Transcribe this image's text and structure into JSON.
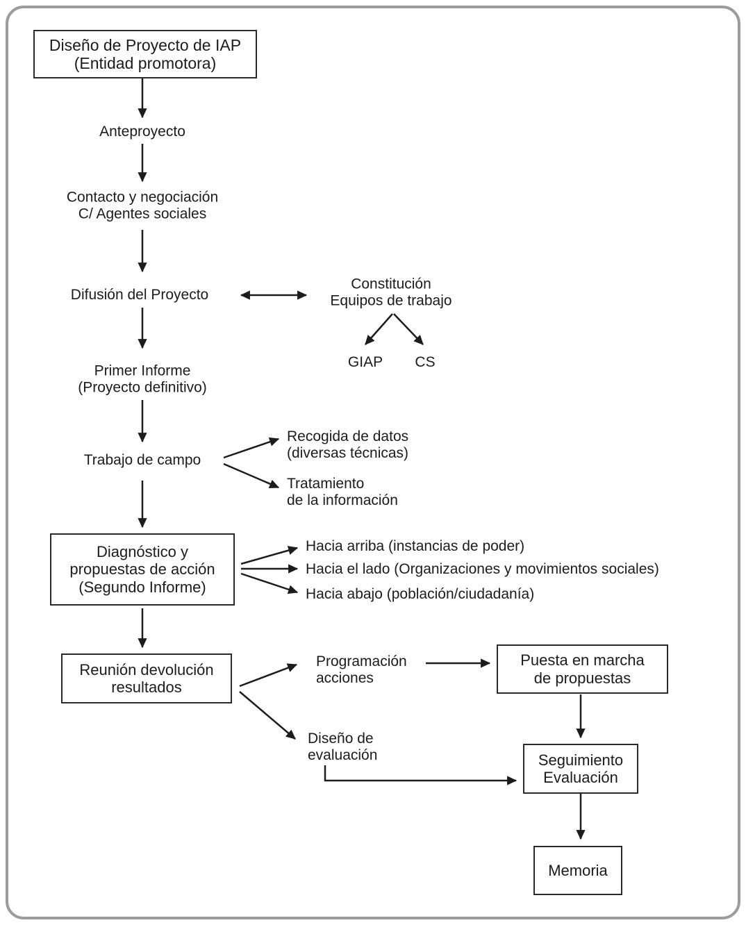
{
  "diagram": {
    "frame_color": "#9c9c9c",
    "line_color": "#1c1c1c",
    "box_border_color": "#2b2b2b",
    "background_color": "#ffffff",
    "nodes": {
      "diseno_proyecto": {
        "line1": "Diseño de Proyecto de IAP",
        "line2": "(Entidad promotora)"
      },
      "anteproyecto": {
        "line1": "Anteproyecto"
      },
      "contacto": {
        "line1": "Contacto y negociación",
        "line2": "C/ Agentes sociales"
      },
      "difusion": {
        "line1": "Difusión del Proyecto"
      },
      "constitucion": {
        "line1": "Constitución",
        "line2": "Equipos de trabajo"
      },
      "giap": {
        "line1": "GIAP"
      },
      "cs": {
        "line1": "CS"
      },
      "primer_informe": {
        "line1": "Primer Informe",
        "line2": "(Proyecto definitivo)"
      },
      "trabajo_campo": {
        "line1": "Trabajo de campo"
      },
      "recogida": {
        "line1": "Recogida de datos",
        "line2": "(diversas técnicas)"
      },
      "tratamiento": {
        "line1": "Tratamiento",
        "line2": "de la información"
      },
      "diagnostico": {
        "line1": "Diagnóstico y",
        "line2": "propuestas de acción",
        "line3": "(Segundo Informe)"
      },
      "hacia_arriba": {
        "line1": "Hacia arriba (instancias de poder)"
      },
      "hacia_lado": {
        "line1": "Hacia el lado (Organizaciones y movimientos sociales)"
      },
      "hacia_abajo": {
        "line1": "Hacia abajo (población/ciudadanía)"
      },
      "reunion": {
        "line1": "Reunión devolución",
        "line2": "resultados"
      },
      "programacion": {
        "line1": "Programación",
        "line2": "acciones"
      },
      "puesta_marcha": {
        "line1": "Puesta en marcha",
        "line2": "de propuestas"
      },
      "diseno_evaluacion": {
        "line1": "Diseño de",
        "line2": "evaluación"
      },
      "seguimiento": {
        "line1": "Seguimiento",
        "line2": "Evaluación"
      },
      "memoria": {
        "line1": "Memoria"
      }
    }
  }
}
